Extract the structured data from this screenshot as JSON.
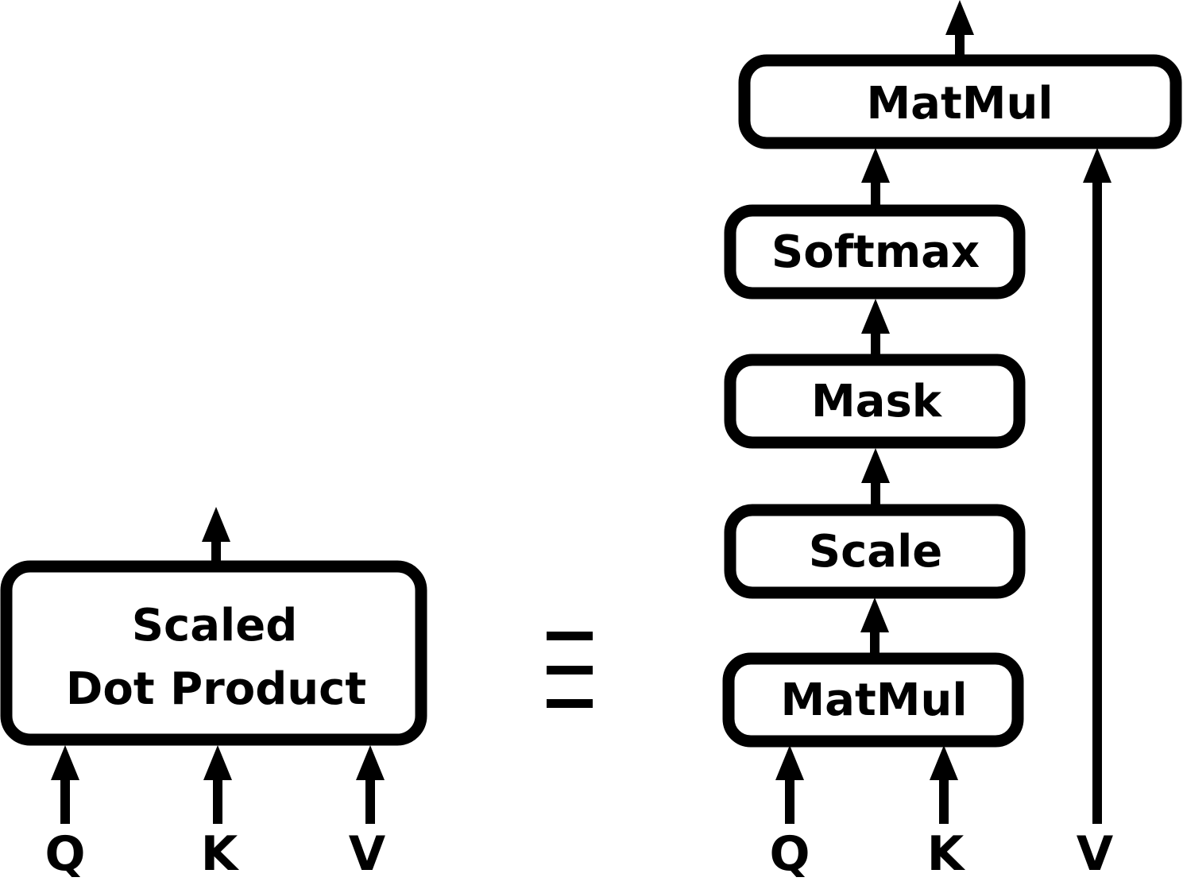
{
  "left_block": {
    "label_line1": "Scaled",
    "label_line2": "Dot Product",
    "inputs": [
      "Q",
      "K",
      "V"
    ]
  },
  "equivalence_symbol": "equals-triple-bar",
  "right_block": {
    "stack": [
      "MatMul",
      "Scale",
      "Mask",
      "Softmax"
    ],
    "top": "MatMul",
    "inputs": [
      "Q",
      "K",
      "V"
    ]
  },
  "colors": {
    "stroke": "#000000",
    "fill": "#ffffff"
  }
}
